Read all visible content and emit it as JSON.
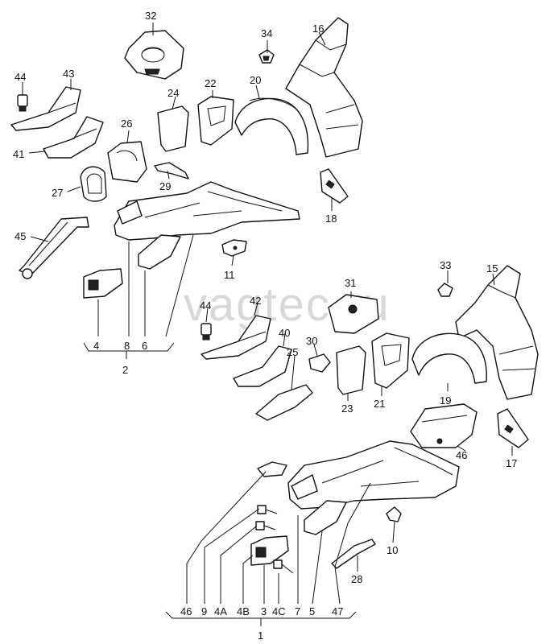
{
  "watermark": "vagtec.ru",
  "callouts": {
    "c1": "1",
    "c2": "2",
    "c3": "3",
    "c4": "4",
    "c4a": "4A",
    "c4b": "4B",
    "c4c": "4C",
    "c5": "5",
    "c6": "6",
    "c7": "7",
    "c8": "8",
    "c9": "9",
    "c10": "10",
    "c11": "11",
    "c15": "15",
    "c16": "16",
    "c17": "17",
    "c18": "18",
    "c19": "19",
    "c20": "20",
    "c21": "21",
    "c22": "22",
    "c23": "23",
    "c24": "24",
    "c25": "25",
    "c26": "26",
    "c27": "27",
    "c28": "28",
    "c29": "29",
    "c30": "30",
    "c31": "31",
    "c32": "32",
    "c33": "33",
    "c34": "34",
    "c40": "40",
    "c41": "41",
    "c42": "42",
    "c43": "43",
    "c44a": "44",
    "c44b": "44",
    "c45": "45",
    "c46a": "46",
    "c46b": "46",
    "c47": "47"
  }
}
